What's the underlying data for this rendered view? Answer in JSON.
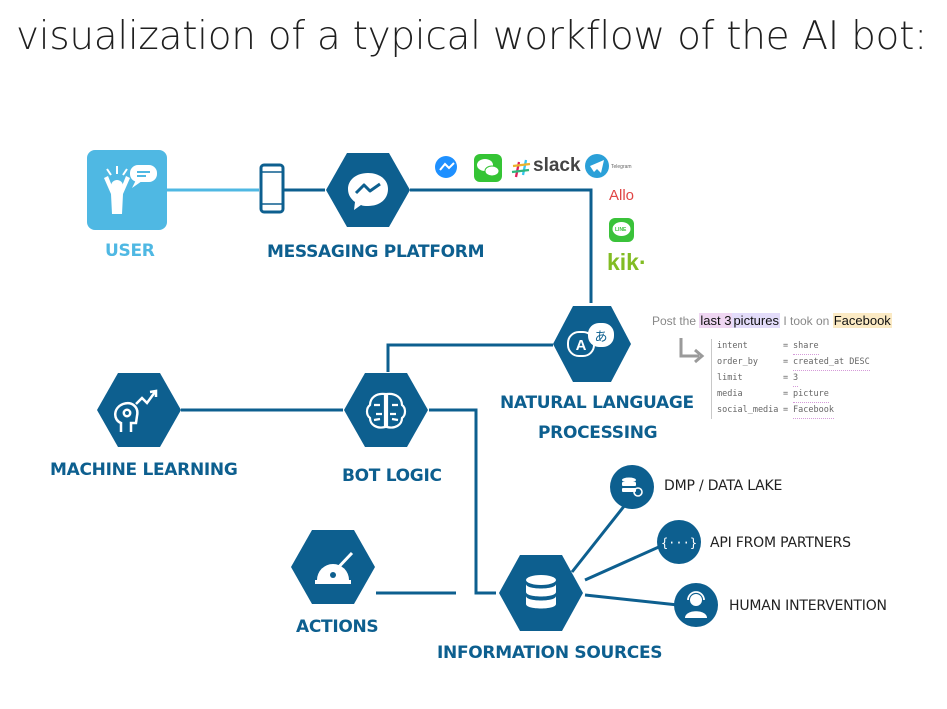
{
  "title": "visualization of a typical workflow of the AI bot:",
  "nodes": {
    "user": "USER",
    "messaging_platform": "MESSAGING PLATFORM",
    "nlp_line1": "NATURAL LANGUAGE",
    "nlp_line2": "PROCESSING",
    "machine_learning": "MACHINE LEARNING",
    "bot_logic": "BOT LOGIC",
    "actions": "ACTIONS",
    "information_sources": "INFORMATION SOURCES"
  },
  "sources": {
    "dmp": "DMP / DATA LAKE",
    "api": "API FROM PARTNERS",
    "human": "HUMAN INTERVENTION"
  },
  "platforms": {
    "slack": "slack",
    "telegram": "Telegram",
    "allo": "Allo",
    "line": "LINE",
    "kik": "kik·"
  },
  "nlp_example": {
    "q_prefix": "Post the",
    "q_h1": "last 3",
    "q_h2": "pictures",
    "q_mid": "I took on",
    "q_h3": "Facebook",
    "params": [
      {
        "key": "intent",
        "value": "share"
      },
      {
        "key": "order_by",
        "value": "created_at DESC"
      },
      {
        "key": "limit",
        "value": "3"
      },
      {
        "key": "media",
        "value": "picture"
      },
      {
        "key": "social_media",
        "value": "Facebook"
      }
    ],
    "eq": "="
  },
  "icons": {
    "api_glyph": "{···}"
  },
  "colors": {
    "hex_blue": "#0d5f8f",
    "user_blue": "#4fb8e3",
    "slack_green": "#5dc140",
    "telegram_blue": "#2ba0d8",
    "kik_green": "#82bc23",
    "allo_red": "#e04545"
  }
}
